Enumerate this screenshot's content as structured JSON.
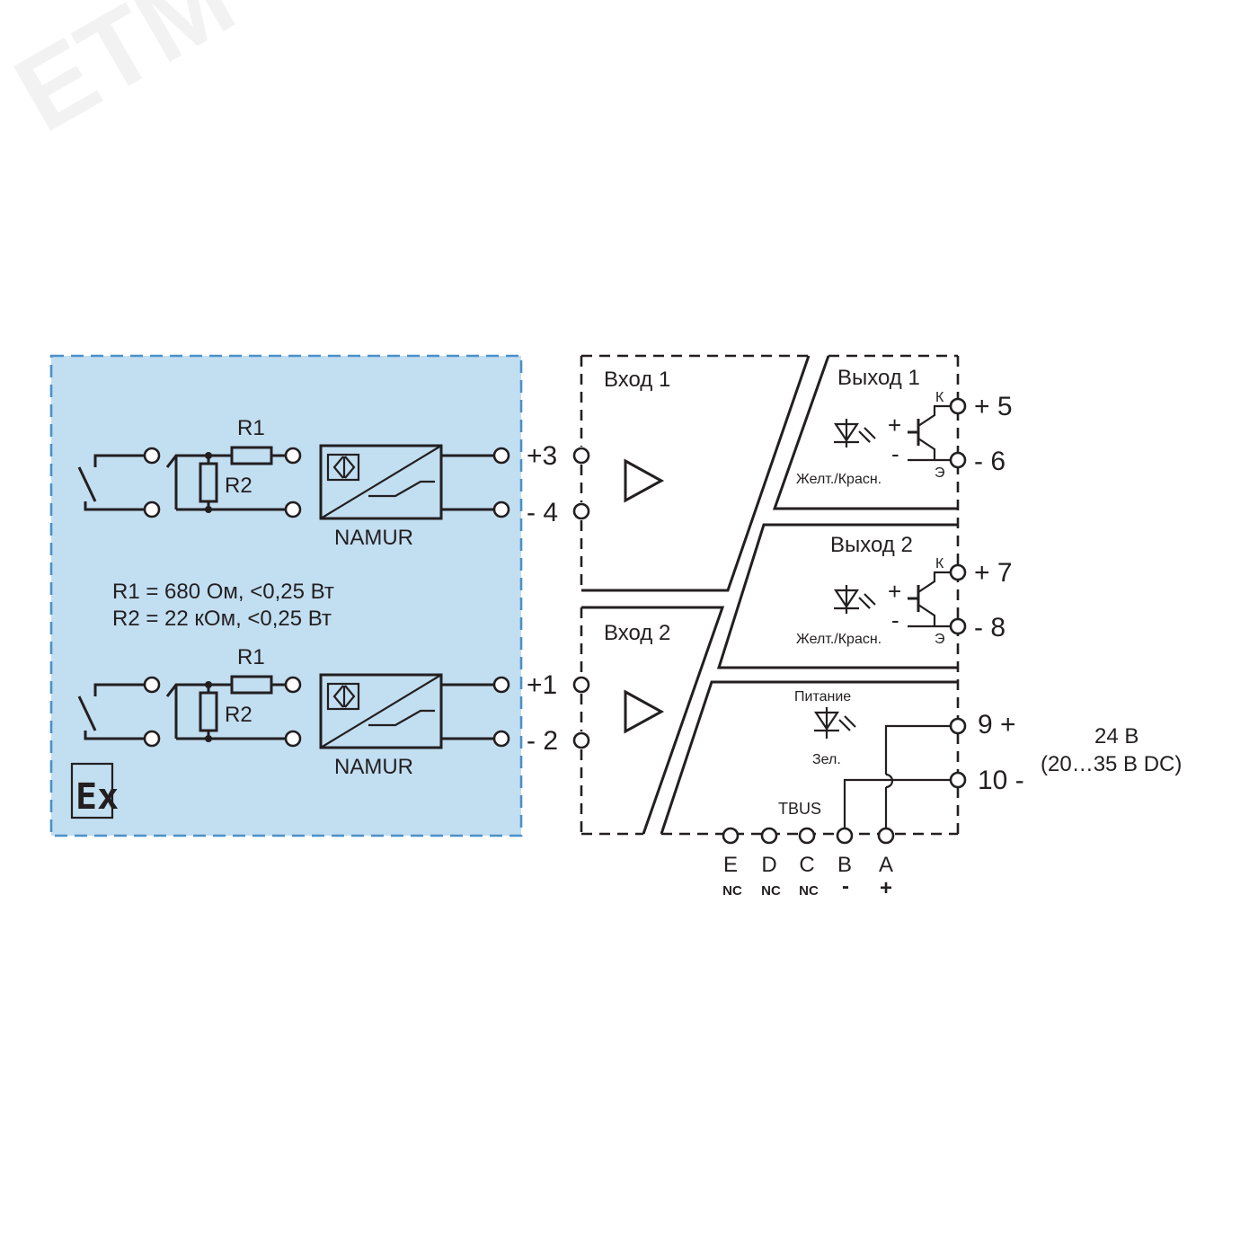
{
  "watermark": "ETM",
  "ex_zone": {
    "fill": "#c2def1",
    "border": "#4a90c8",
    "ex_mark": "Ex",
    "r1_label": "R1",
    "r2_label": "R2",
    "namur_label": "NAMUR",
    "spec_line1": "R1 = 680 Ом, <0,25 Вт",
    "spec_line2": "R2 = 22 кОм, <0,25 Вт"
  },
  "terminals_in": {
    "t3": "+3",
    "t4": "- 4",
    "t1": "+1",
    "t2": "- 2"
  },
  "module": {
    "input1": "Вход 1",
    "input2": "Вход 2",
    "output1": "Выход 1",
    "output2": "Выход 2",
    "led_out": "Желт./Красн.",
    "collector": "К",
    "emitter": "Э",
    "plus": "+",
    "minus": "-",
    "power": "Питание",
    "led_power": "Зел.",
    "tbus": "TBUS"
  },
  "terminals_out": {
    "t5": "+ 5",
    "t6": "- 6",
    "t7": "+ 7",
    "t8": "- 8",
    "t9": "9  +",
    "t10": "10 -"
  },
  "supply": {
    "voltage": "24  В",
    "range": "(20…35 В DC)"
  },
  "tbus_pins": [
    {
      "letter": "E",
      "sub": "NC"
    },
    {
      "letter": "D",
      "sub": "NC"
    },
    {
      "letter": "C",
      "sub": "NC"
    },
    {
      "letter": "B",
      "sub": "-"
    },
    {
      "letter": "A",
      "sub": "+"
    }
  ],
  "icons": [
    "ex-icon",
    "switch-icon",
    "resistor-icon",
    "namur-sensor-icon",
    "amplifier-icon",
    "led-icon",
    "transistor-icon",
    "terminal-icon"
  ]
}
